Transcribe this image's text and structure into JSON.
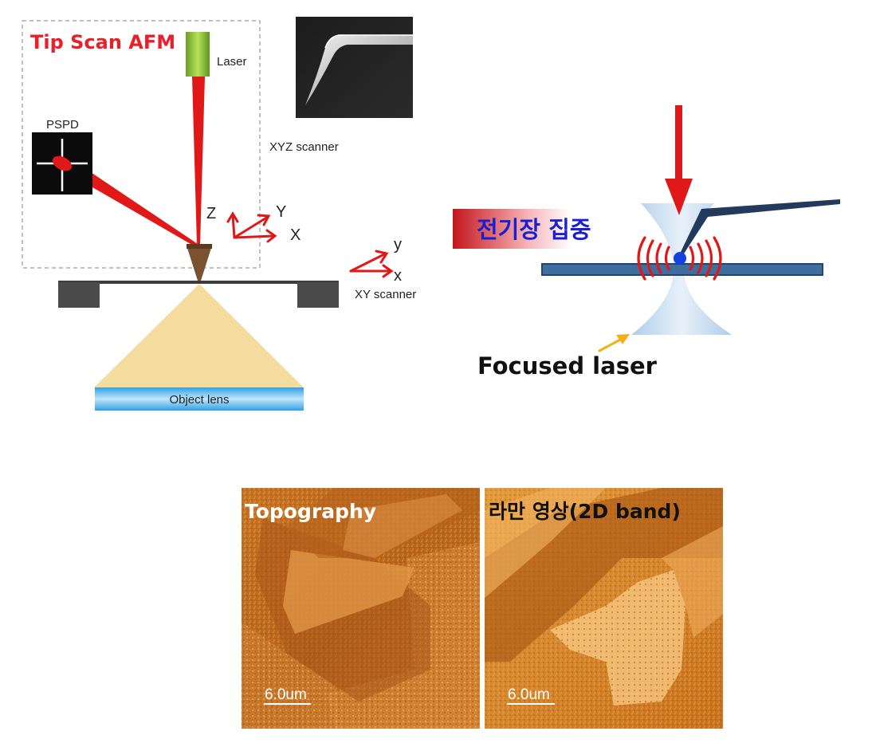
{
  "afm": {
    "title": "Tip Scan AFM",
    "laser_label": "Laser",
    "pspd_label": "PSPD",
    "xyz_scanner_label": "XYZ scanner",
    "axis_z": "Z",
    "axis_y_upper": "Y",
    "axis_x_upper": "X",
    "axis_y_lower": "y",
    "axis_x_lower": "x",
    "xy_scanner_label": "XY scanner",
    "object_lens_label": "Object lens"
  },
  "enhancement": {
    "field_label": "전기장 집중",
    "focused_laser_label": "Focused laser"
  },
  "images": {
    "topography_label": "Topography",
    "topography_scale": "6.0um",
    "raman_label": "라만 영상(2D band)",
    "raman_scale": "6.0um"
  },
  "colors": {
    "title_red": "#e8202a",
    "laser_red": "#e01818",
    "lens_blue": "#4fb3ea",
    "cone_yellow": "#f4dc9e",
    "topo_orange": "#c76a1e",
    "raman_orange": "#d9801f"
  }
}
